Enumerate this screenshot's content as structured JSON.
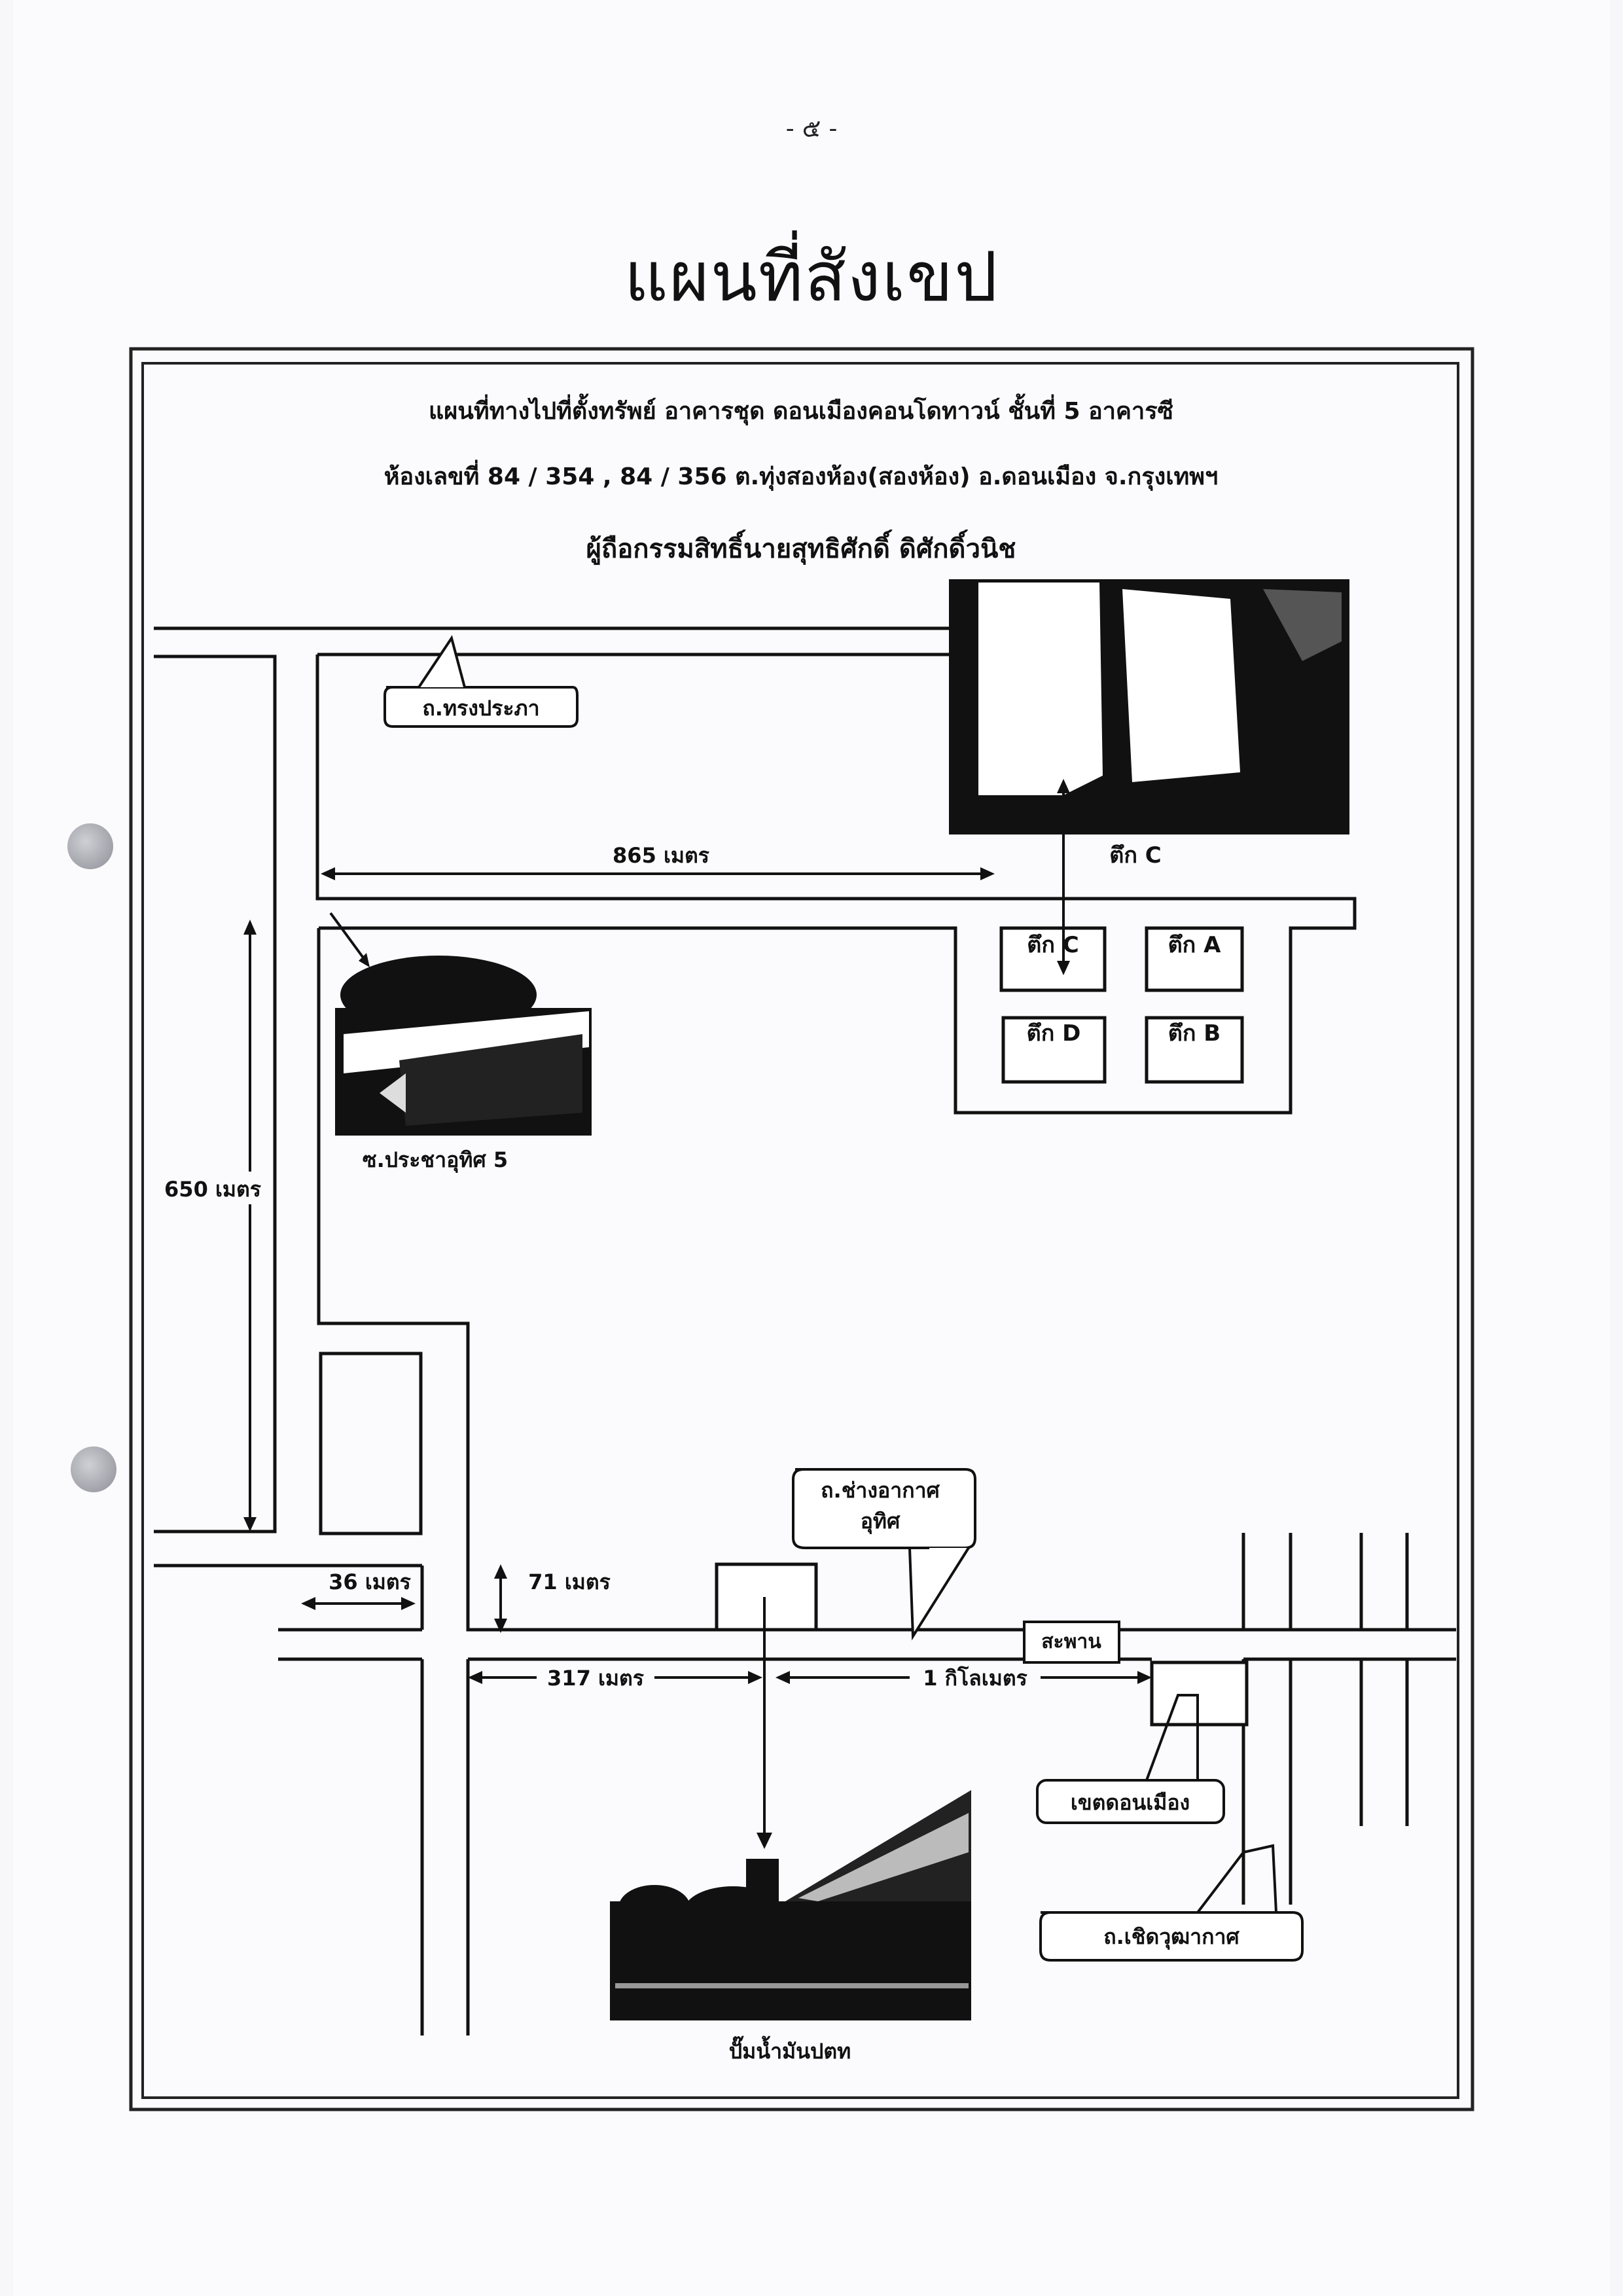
{
  "page_number": "- ๕ -",
  "title": "แผนที่สังเขป",
  "header": {
    "line1": "แผนที่ทางไปที่ตั้งทรัพย์ อาคารชุด ดอนเมืองคอนโดทาวน์ ชั้นที่ 5 อาคารซี",
    "line2": "ห้องเลขที่ 84 / 354 , 84 / 356 ต.ทุ่งสองห้อง(สองห้อง) อ.ดอนเมือง จ.กรุงเทพฯ",
    "line3": "ผู้ถือกรรมสิทธิ์นายสุทธิศักดิ์ ดิศักดิ์วนิช"
  },
  "roads": {
    "thong_prapha": "ถ.ทรงประภา",
    "chang_akat_uthit": [
      "ถ.ช่างอากาศ",
      "อุทิศ"
    ],
    "choet_wuthakat": "ถ.เชิดวุฒากาศ",
    "soi_prachauthit": "ซ.ประชาอุทิศ 5"
  },
  "distances": {
    "d865": "865 เมตร",
    "d650": "650 เมตร",
    "d36": "36 เมตร",
    "d71": "71 เมตร",
    "d317": "317 เมตร",
    "d1km": "1 กิโลเมตร"
  },
  "buildings": {
    "c_photo_label": "ตึก C",
    "c": "ตึก C",
    "a": "ตึก A",
    "d": "ตึก D",
    "b": "ตึก B"
  },
  "landmarks": {
    "bridge": "สะพาน",
    "district": "เขตดอนเมือง",
    "gas_station": "ปั๊มน้ำมันปตท"
  }
}
